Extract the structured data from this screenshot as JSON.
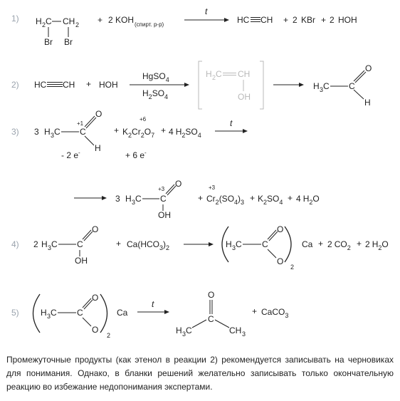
{
  "reactions": [
    {
      "number": "1)",
      "reactant": {
        "h2c": "H",
        "c1_sub": "2",
        "c": "C",
        "c2": "CH",
        "c2_sub": "2",
        "br1": "Br",
        "br2": "Br"
      },
      "reagent": {
        "coef": "2",
        "formula": "KOH",
        "note": "(спирт. р-р)"
      },
      "condition": "t",
      "product_main": "HC",
      "product_main_end": "CH",
      "products_rest": [
        "+",
        "2",
        "KBr",
        "+",
        "2",
        "HOH"
      ]
    },
    {
      "number": "2)",
      "reactant": {
        "left": "HC",
        "right": "CH"
      },
      "reagent": "HOH",
      "catalyst_top": {
        "f": "HgSO",
        "sub": "4"
      },
      "catalyst_bottom": {
        "f": "H",
        "sub1": "2",
        "f2": "SO",
        "sub2": "4"
      },
      "intermediate": {
        "h2c": "H",
        "sub": "2",
        "c": "C",
        "ch": "CH",
        "oh": "OH"
      },
      "product": {
        "h3c": "H",
        "sub": "3",
        "c": "C",
        "o": "O",
        "h": "H"
      }
    },
    {
      "number": "3)",
      "coef_reactant": "3",
      "reactant": {
        "h3c": "H",
        "sub": "3",
        "c": "C",
        "o": "O",
        "h": "H",
        "ox_state": "+1"
      },
      "oxidant": {
        "k": "K",
        "sub1": "2",
        "cr": "Cr",
        "sub2": "2",
        "o": "O",
        "sub3": "7",
        "ox_state": "+6"
      },
      "acid": {
        "coef": "4",
        "h": "H",
        "sub1": "2",
        "so": "SO",
        "sub2": "4"
      },
      "condition": "t",
      "electrons": {
        "left": "- 2 e",
        "right": "+ 6 e",
        "sign": "-"
      },
      "products": {
        "coef": "3",
        "acid": {
          "h3c": "H",
          "sub": "3",
          "c": "C",
          "o": "O",
          "oh": "OH",
          "ox_state": "+3"
        },
        "salt1": {
          "cr": "Cr",
          "sub1": "2",
          "so": "(SO",
          "sub2": "4",
          "close": ")",
          "sub3": "3",
          "ox_state": "+3"
        },
        "salt2": {
          "k": "K",
          "sub1": "2",
          "so": "SO",
          "sub2": "4"
        },
        "water": {
          "coef": "4",
          "h": "H",
          "sub": "2",
          "o": "O"
        }
      }
    },
    {
      "number": "4)",
      "coef_reactant": "2",
      "reactant": {
        "h3c": "H",
        "sub": "3",
        "c": "C",
        "o": "O",
        "oh": "OH"
      },
      "reagent": {
        "ca": "Ca(HCO",
        "sub1": "3",
        "close": ")",
        "sub2": "2"
      },
      "product": {
        "h3c": "H",
        "sub": "3",
        "c": "C",
        "o_top": "O",
        "o_bot": "O",
        "sub_out": "2",
        "ca": "Ca"
      },
      "co2": {
        "coef": "2",
        "f": "CO",
        "sub": "2"
      },
      "water": {
        "coef": "2",
        "h": "H",
        "sub": "2",
        "o": "O"
      }
    },
    {
      "number": "5)",
      "reactant": {
        "h3c": "H",
        "sub": "3",
        "c": "C",
        "o_top": "O",
        "o_bot": "O",
        "sub_out": "2",
        "ca": "Ca"
      },
      "condition": "t",
      "product": {
        "o": "O",
        "h3c_left": "H",
        "sub_left": "3",
        "c_left": "C",
        "c": "C",
        "c_right": "CH",
        "sub_right": "3"
      },
      "byproduct": {
        "f": "CaCO",
        "sub": "3"
      }
    }
  ],
  "symbols": {
    "plus": "+"
  },
  "note": "Промежуточные продукты (как этенол в реакции 2) рекомендуется записывать на черновиках для понимания. Однако, в бланки решений желательно записывать только окончательную реакцию во избежание недопонимания экспертами."
}
